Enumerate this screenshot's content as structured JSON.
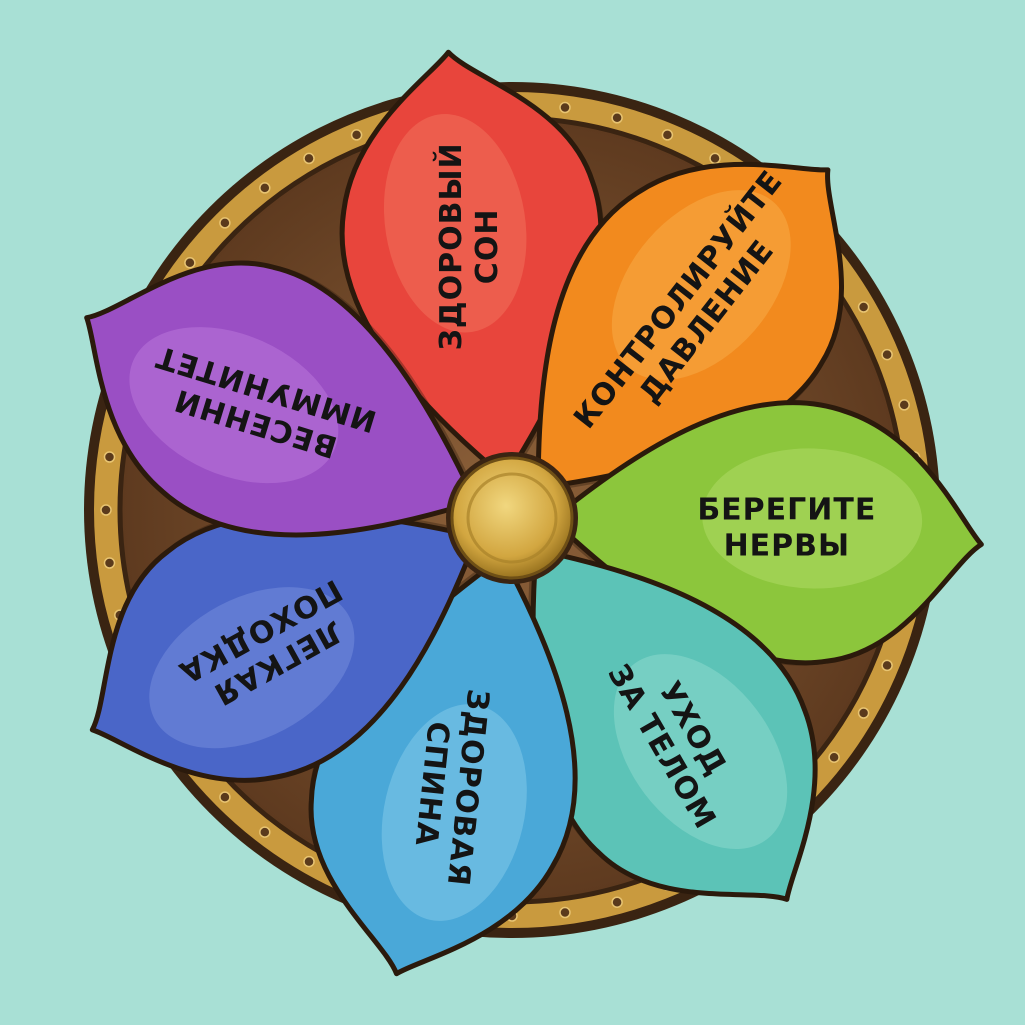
{
  "wheel": {
    "petals": [
      {
        "id": "sleep",
        "lines": [
          "ЗДОРОВЫЙ",
          "СОН"
        ],
        "color": "#e8453c",
        "light": "#f47a62"
      },
      {
        "id": "pressure",
        "lines": [
          "КОНТРОЛИРУЙТЕ",
          "ДАВЛЕНИЕ"
        ],
        "color": "#f28a1e",
        "light": "#f8b150"
      },
      {
        "id": "nerves",
        "lines": [
          "БЕРЕГИТЕ",
          "НЕРВЫ"
        ],
        "color": "#8cc63c",
        "light": "#b6de6d"
      },
      {
        "id": "body",
        "lines": [
          "УХОД",
          "ЗА ТЕЛОМ"
        ],
        "color": "#5cc3b7",
        "light": "#97ddd2"
      },
      {
        "id": "spine",
        "lines": [
          "ЗДОРОВАЯ",
          "СПИНА"
        ],
        "color": "#4aa8d8",
        "light": "#8fd0ee"
      },
      {
        "id": "walk",
        "lines": [
          "ЛЕГКАЯ",
          "ПОХОДКА"
        ],
        "color": "#4a66c8",
        "light": "#7e95e0"
      },
      {
        "id": "immunity",
        "lines": [
          "ВЕСЕННИ",
          "ИММУНИТЕТ"
        ],
        "color": "#9a4fc4",
        "light": "#c17fe0"
      }
    ],
    "frame_color": "#c89a3a",
    "board_color": "#7a4f2e",
    "hub_color": "#d9b44a"
  }
}
